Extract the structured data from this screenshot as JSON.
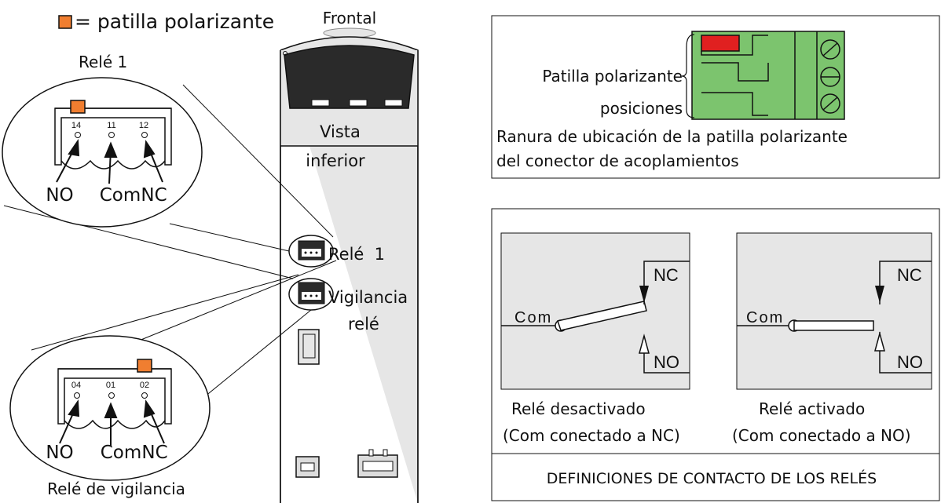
{
  "legend": {
    "text": "= patilla polarizante",
    "marker_color": "#f07e30"
  },
  "unit": {
    "front_label": "Frontal",
    "bottom_view_line1": "Vista",
    "bottom_view_line2": "inferior"
  },
  "relay1": {
    "title": "Relé 1",
    "pins": [
      "14",
      "11",
      "12"
    ],
    "contacts": [
      "NO",
      "Com",
      "NC"
    ],
    "side_label": "Relé  1"
  },
  "watchdog": {
    "title": "Relé de vigilancia",
    "pins": [
      "04",
      "01",
      "02"
    ],
    "contacts": [
      "NO",
      "Com",
      "NC"
    ],
    "side_label_line1": "Vigilancia",
    "side_label_line2": "relé"
  },
  "connector_box": {
    "label_line1": "Patilla polarizante",
    "label_line2": "posiciones",
    "caption_line1": "Ranura de ubicación de la patilla polarizante",
    "caption_line2": "del conector de acoplamientos",
    "body_color": "#7cc46e",
    "pin_color": "#e02020"
  },
  "contacts_box": {
    "deenergised": {
      "com": "Com",
      "nc": "NC",
      "no": "NO",
      "caption_line1": "Relé desactivado",
      "caption_line2": "(Com conectado a NC)"
    },
    "energised": {
      "com": "Com",
      "nc": "NC",
      "no": "NO",
      "caption_line1": "Relé activado",
      "caption_line2": "(Com conectado a NO)"
    },
    "footer": "DEFINICIONES DE CONTACTO DE LOS RELÉS"
  }
}
